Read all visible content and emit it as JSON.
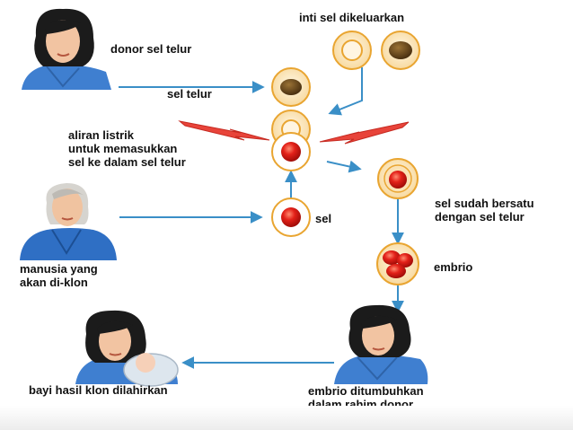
{
  "labels": {
    "donor": "donor sel telur",
    "nucleus_removed": "inti sel dikeluarkan",
    "egg_cell": "sel telur",
    "electric_1": "aliran listrik",
    "electric_2": "untuk memasukkan",
    "electric_3": "sel ke dalam sel telur",
    "cell": "sel",
    "fused_1": "sel sudah bersatu",
    "fused_2": "dengan sel telur",
    "clone_person_1": "manusia yang",
    "clone_person_2": "akan di-klon",
    "embryo": "embrio",
    "grown_1": "embrio ditumbuhkan",
    "grown_2": "dalam rahim donor",
    "born": "bayi hasil klon dilahirkan"
  },
  "colors": {
    "arrow": "#3a8fc7",
    "cell_outer": "#fbeacb",
    "cell_ring": "#e9a531",
    "nucleus_brown": "#6b4a1c",
    "red_cell": "#e32119",
    "lightning": "#e8443a",
    "shirt_blue": "#3f7fd0",
    "hair_dark": "#1b1b1b",
    "skin": "#f2c4a2"
  },
  "icons": [
    "woman-donor-icon",
    "man-clone-icon",
    "woman-carrier-icon",
    "mother-baby-icon",
    "lightning-icon"
  ]
}
